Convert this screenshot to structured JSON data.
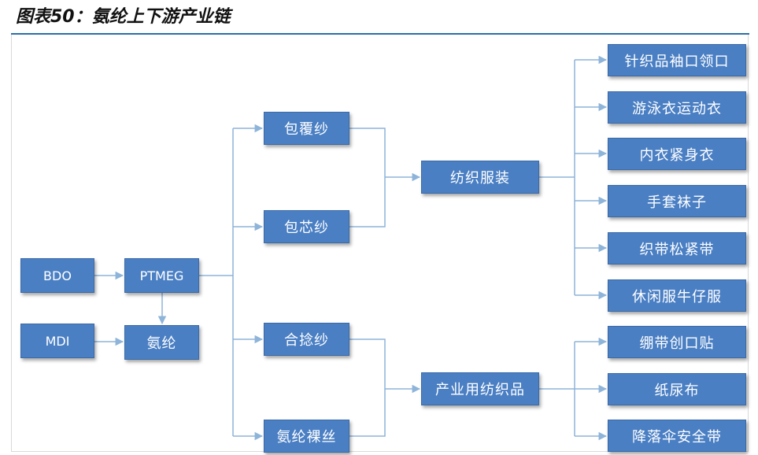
{
  "title": "图表50：氨纶上下游产业链",
  "colors": {
    "box": "#4a7fc4",
    "line": "#8eb4d9",
    "title_rule": "#2a6fa8"
  },
  "nodes": {
    "bdo": "BDO",
    "mdi": "MDI",
    "ptmeg": "PTMEG",
    "spandex": "氨纶",
    "covered_yarn": "包覆纱",
    "core_spun_yarn": "包芯纱",
    "plied_yarn": "合捻纱",
    "bare_spandex": "氨纶裸丝",
    "textile_apparel": "纺织服装",
    "industrial_textiles": "产业用纺织品",
    "knit_cuff_collar": "针织品袖口领口",
    "swim_sportswear": "游泳衣运动衣",
    "underwear_tight": "内衣紧身衣",
    "gloves_socks": "手套袜子",
    "woven_elastic_band": "织带松紧带",
    "casual_jeans": "休闲服牛仔服",
    "bandage_plaster": "绷带创口贴",
    "diaper": "纸尿布",
    "parachute_seatbelt": "降落伞安全带"
  }
}
